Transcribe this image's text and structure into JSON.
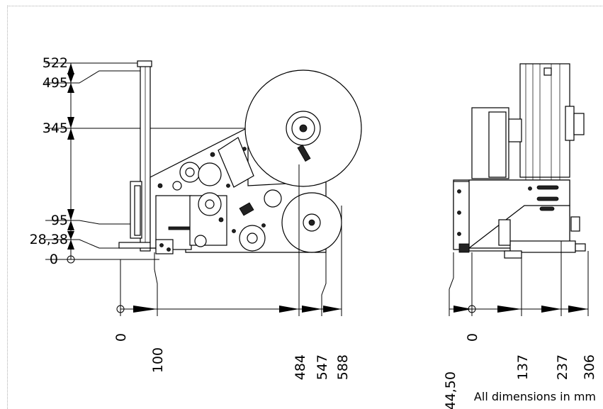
{
  "front_view": {
    "vertical_dimensions": [
      "522",
      "495",
      "345",
      "95",
      "28,38",
      "0"
    ],
    "horizontal_dimensions": [
      "0",
      "100",
      "484",
      "547",
      "588"
    ]
  },
  "side_view": {
    "horizontal_dimensions": [
      "44,50",
      "0",
      "137",
      "237",
      "306"
    ]
  },
  "note": "All dimensions in mm"
}
